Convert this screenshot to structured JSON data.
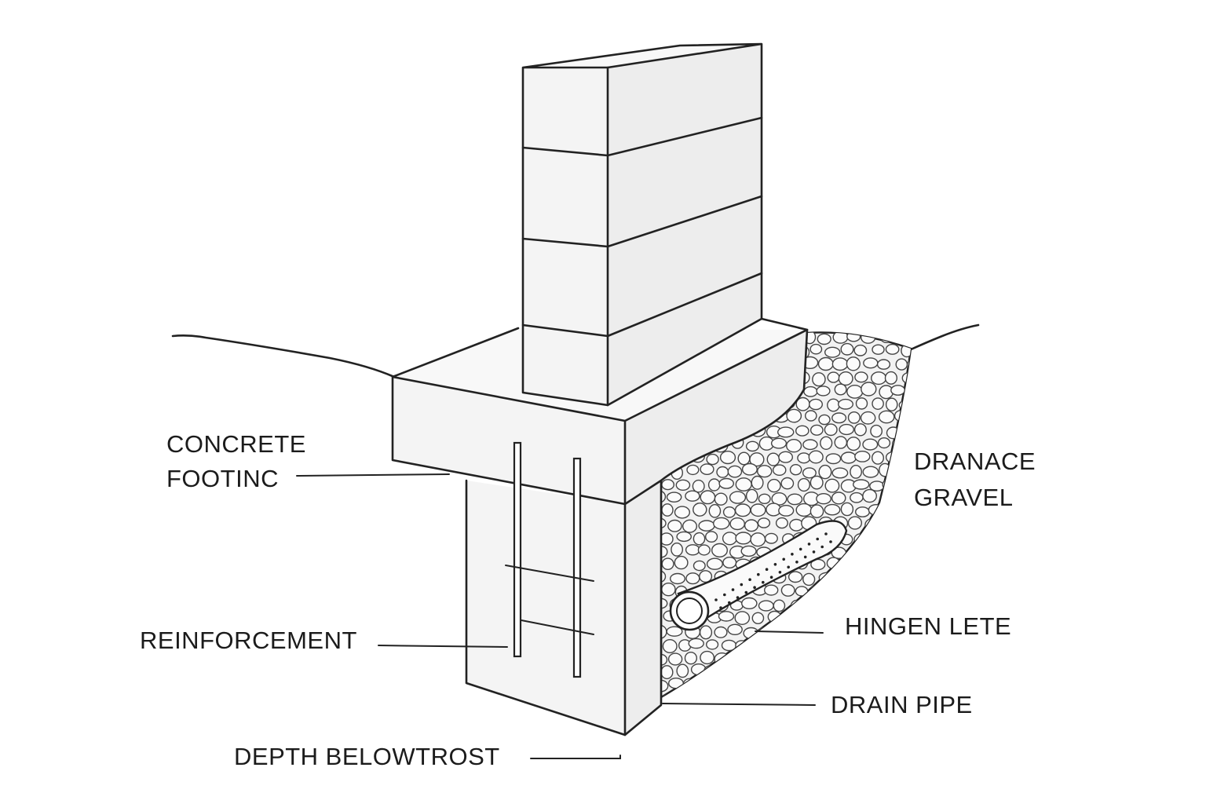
{
  "labels": {
    "concrete_footing_line1": "CONCRETE",
    "concrete_footing_line2": "FOOTINC",
    "reinforcement": "REINFORCEMENT",
    "depth_below_frost": "DEPTH BELOWTROST",
    "drainage_gravel_line1": "DRANACE",
    "drainage_gravel_line2": "GRAVEL",
    "hingen_lete": "HINGEN LETE",
    "drain_pipe": "DRAIN PIPE"
  }
}
